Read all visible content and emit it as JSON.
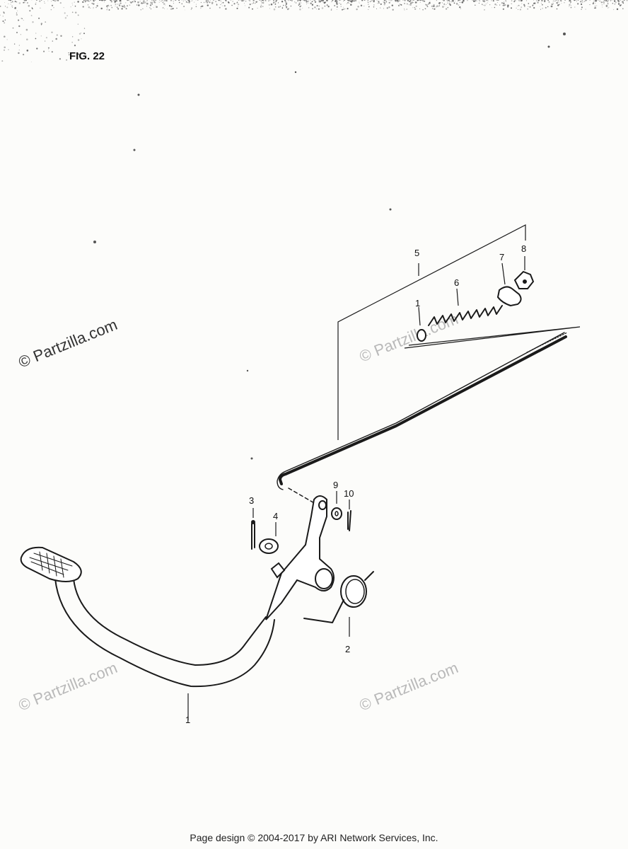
{
  "figure": {
    "title": "FIG. 22"
  },
  "callouts": [
    "1",
    "2",
    "3",
    "4",
    "5",
    "6",
    "7",
    "8",
    "9",
    "10"
  ],
  "watermark": {
    "text": "© Partzilla.com"
  },
  "footer": {
    "text": "Page design © 2004-2017 by ARI Network Services, Inc."
  },
  "colors": {
    "ink": "#1a1a1a",
    "paper": "#fcfcfa",
    "watermark": "#b9b9b9"
  }
}
